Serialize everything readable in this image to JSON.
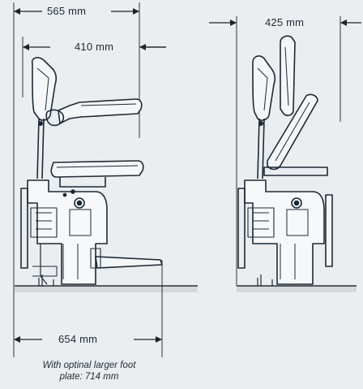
{
  "dimensions": {
    "overall_width": "565 mm",
    "armrest_depth": "410 mm",
    "folded_width": "425 mm",
    "footplate_width": "654 mm"
  },
  "caption": {
    "line1": "With optinal larger foot",
    "line2": "plate: 714 mm"
  },
  "colors": {
    "background": "#ebeef1",
    "line": "#1d2a35",
    "dim_line": "#222222",
    "floor": "#cfd4d9"
  }
}
